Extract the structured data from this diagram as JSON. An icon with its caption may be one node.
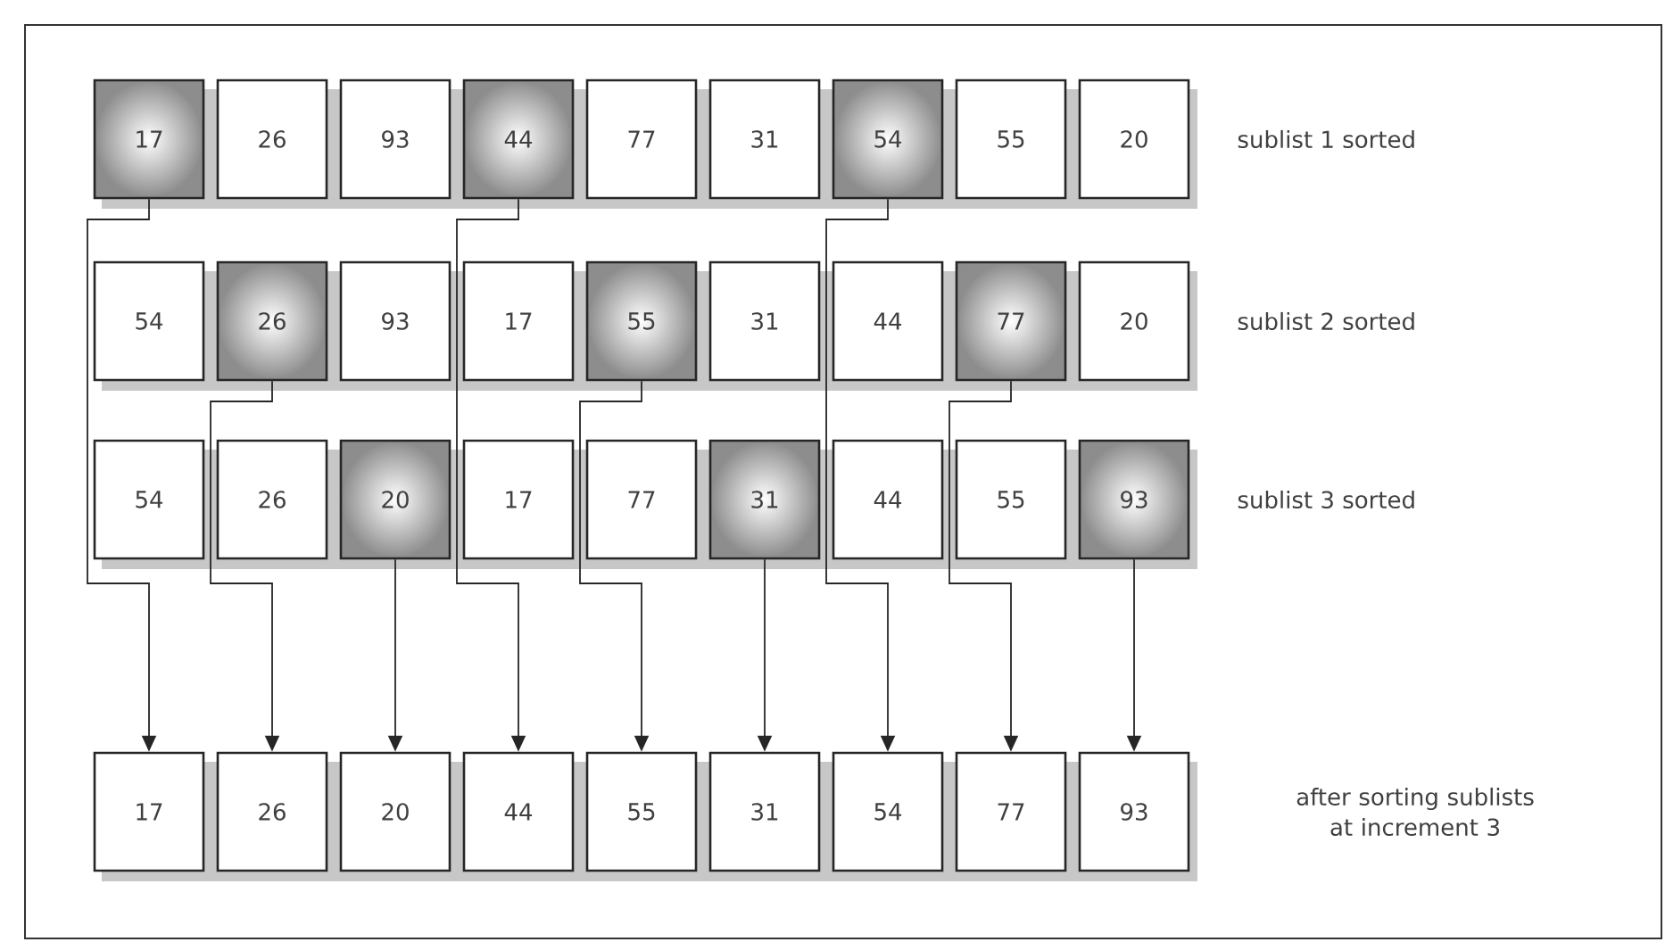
{
  "diagram": {
    "nodes": [
      {
        "text": [
          "17"
        ]
      },
      {
        "text": [
          "26"
        ]
      },
      {
        "text": [
          "93"
        ]
      },
      {
        "text": [
          "44"
        ]
      },
      {
        "text": [
          "77"
        ]
      },
      {
        "text": [
          "31"
        ]
      },
      {
        "text": [
          "54"
        ]
      },
      {
        "text": [
          "55"
        ]
      },
      {
        "text": [
          "20"
        ]
      },
      {
        "text": [
          "54"
        ]
      },
      {
        "text": [
          "26"
        ]
      },
      {
        "text": [
          "93"
        ]
      },
      {
        "text": [
          "17"
        ]
      },
      {
        "text": [
          "55"
        ]
      },
      {
        "text": [
          "31"
        ]
      },
      {
        "text": [
          "44"
        ]
      },
      {
        "text": [
          "77"
        ]
      },
      {
        "text": [
          "20"
        ]
      },
      {
        "text": [
          "54"
        ]
      },
      {
        "text": [
          "26"
        ]
      },
      {
        "text": [
          "20"
        ]
      },
      {
        "text": [
          "17"
        ]
      },
      {
        "text": [
          "77"
        ]
      },
      {
        "text": [
          "31"
        ]
      },
      {
        "text": [
          "44"
        ]
      },
      {
        "text": [
          "55"
        ]
      },
      {
        "text": [
          "93"
        ]
      },
      {
        "text": [
          "17"
        ]
      },
      {
        "text": [
          "26"
        ]
      },
      {
        "text": [
          "20"
        ]
      },
      {
        "text": [
          "44"
        ]
      },
      {
        "text": [
          "55"
        ]
      },
      {
        "text": [
          "31"
        ]
      },
      {
        "text": [
          "54"
        ]
      },
      {
        "text": [
          "77"
        ]
      },
      {
        "text": [
          "93"
        ]
      }
    ],
    "edges": [
      {
        "from": 0,
        "to": 27,
        "arrow": "to"
      },
      {
        "from": 10,
        "to": 28,
        "arrow": "to"
      },
      {
        "from": 20,
        "to": 29,
        "arrow": "to"
      },
      {
        "from": 3,
        "to": 30,
        "arrow": "to"
      },
      {
        "from": 13,
        "to": 31,
        "arrow": "to"
      },
      {
        "from": 23,
        "to": 32,
        "arrow": "to"
      },
      {
        "from": 6,
        "to": 33,
        "arrow": "to"
      },
      {
        "from": 16,
        "to": 34,
        "arrow": "to"
      },
      {
        "from": 26,
        "to": 35,
        "arrow": "to"
      }
    ],
    "labels": [
      "sublist 1 sorted",
      "sublist 2 sorted",
      "sublist 3 sorted",
      "after sorting sublists at increment 3"
    ]
  }
}
